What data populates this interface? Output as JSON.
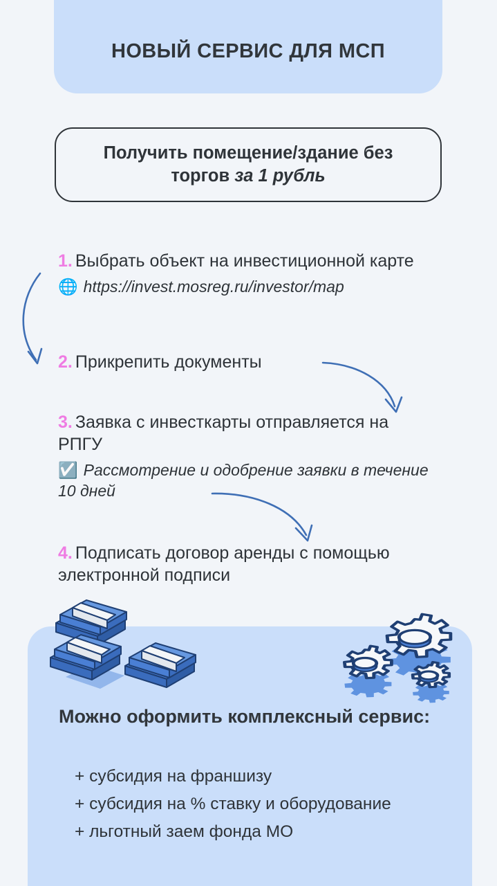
{
  "header": {
    "title": "НОВЫЙ СЕРВИС ДЛЯ МСП",
    "panel_color": "#cadefa"
  },
  "subtitle": {
    "line1": "Получить помещение/здание без",
    "line2_regular": "торгов ",
    "line2_emphasis": "за 1 рубль"
  },
  "steps": [
    {
      "number": "1.",
      "text": "Выбрать объект на инвестиционной карте",
      "sub_icon": "globe-icon",
      "sub_glyph": "🌐",
      "sub_text": "https://invest.mosreg.ru/investor/map"
    },
    {
      "number": "2.",
      "text": "Прикрепить документы",
      "sub_icon": null,
      "sub_glyph": "",
      "sub_text": ""
    },
    {
      "number": "3.",
      "text": "Заявка с инвесткарты отправляется на РПГУ",
      "sub_icon": "checkbox-icon",
      "sub_glyph": "☑️",
      "sub_text": "Рассмотрение и одобрение заявки в течение 10 дней"
    },
    {
      "number": "4.",
      "text": "Подписать договор аренды с помощью электронной подписи",
      "sub_icon": null,
      "sub_glyph": "",
      "sub_text": ""
    }
  ],
  "bottom": {
    "heading": "Можно оформить комплексный сервис:",
    "items": [
      "+ субсидия на франшизу",
      "+ субсидия на % ставку и оборудование",
      "+ льготный заем фонда МО"
    ],
    "panel_color": "#cadefa"
  },
  "colors": {
    "background": "#f2f5f9",
    "panel_blue": "#cadefa",
    "number_pink": "#ef7ce3",
    "arrow_blue": "#3f6fb5",
    "text_dark": "#2e3338",
    "illustration_blue": "#3d76d0",
    "illustration_outline": "#1f3f73"
  }
}
